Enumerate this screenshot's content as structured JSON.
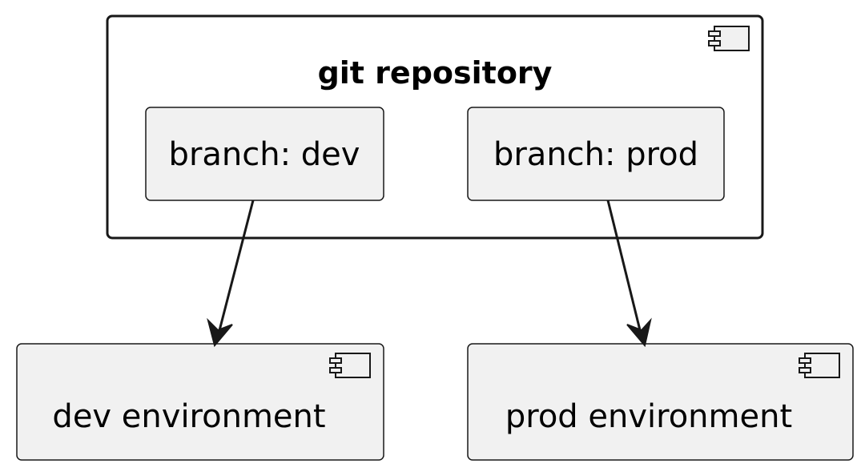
{
  "diagram": {
    "container": {
      "title": "git repository"
    },
    "branches": [
      {
        "id": "dev",
        "label": "branch: dev"
      },
      {
        "id": "prod",
        "label": "branch: prod"
      }
    ],
    "components": [
      {
        "id": "dev-env",
        "label": "dev environment"
      },
      {
        "id": "prod-env",
        "label": "prod environment"
      }
    ],
    "edges": [
      {
        "from": "branch: dev",
        "to": "dev environment"
      },
      {
        "from": "branch: prod",
        "to": "prod environment"
      }
    ],
    "colors": {
      "fill": "#f1f1f1",
      "stroke": "#181818",
      "background": "#ffffff"
    }
  }
}
